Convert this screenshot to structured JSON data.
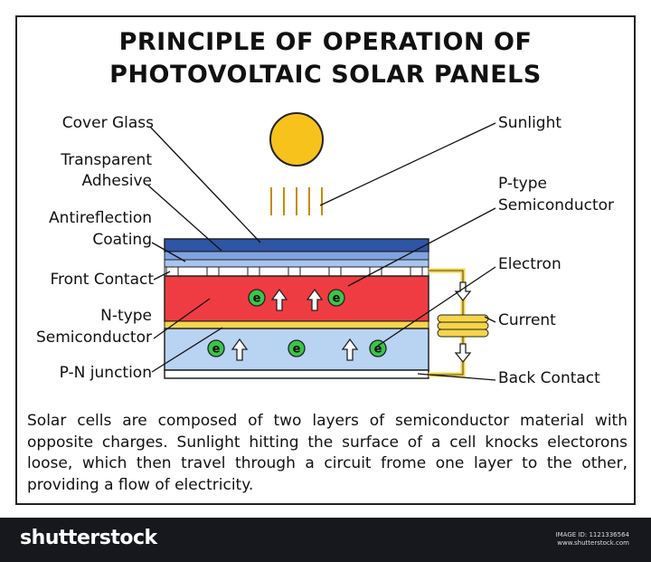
{
  "title_line1": "PRINCIPLE OF OPERATION OF",
  "title_line2": "PHOTOVOLTAIC SOLAR PANELS",
  "labels": {
    "cover_glass": "Cover Glass",
    "transparent": "Transparent",
    "adhesive": "Adhesive",
    "antireflection": "Antireflection",
    "coating": "Coating",
    "front_contact": "Front Contact",
    "n_type": "N-type",
    "semiconductor_n": "Semiconductor",
    "pn_junction": "P-N junction",
    "sunlight": "Sunlight",
    "p_type": "P-type",
    "semiconductor_p": "Semiconductor",
    "electron": "Electron",
    "current": "Current",
    "back_contact": "Back Contact"
  },
  "electron_symbol": "e",
  "description": "Solar cells are composed of two layers of semiconductor material with opposite charges. Sunlight hitting the surface of a cell knocks electorons loose, which then travel through a circuit frome one layer to the other, providing a flow of electricity.",
  "footer": {
    "brand": "shutterstock",
    "image_id": "IMAGE ID: 1121336564",
    "site": "www.shutterstock.com"
  },
  "colors": {
    "sun": "#f7c21b",
    "cover_glass": "#2e55a6",
    "adhesive": "#7fa4e0",
    "coating": "#a9c4ee",
    "n_layer": "#ef3c42",
    "junction": "#f5d54a",
    "p_layer": "#b9d3f3",
    "electron": "#3cc44a",
    "wire": "#f5d54a"
  }
}
